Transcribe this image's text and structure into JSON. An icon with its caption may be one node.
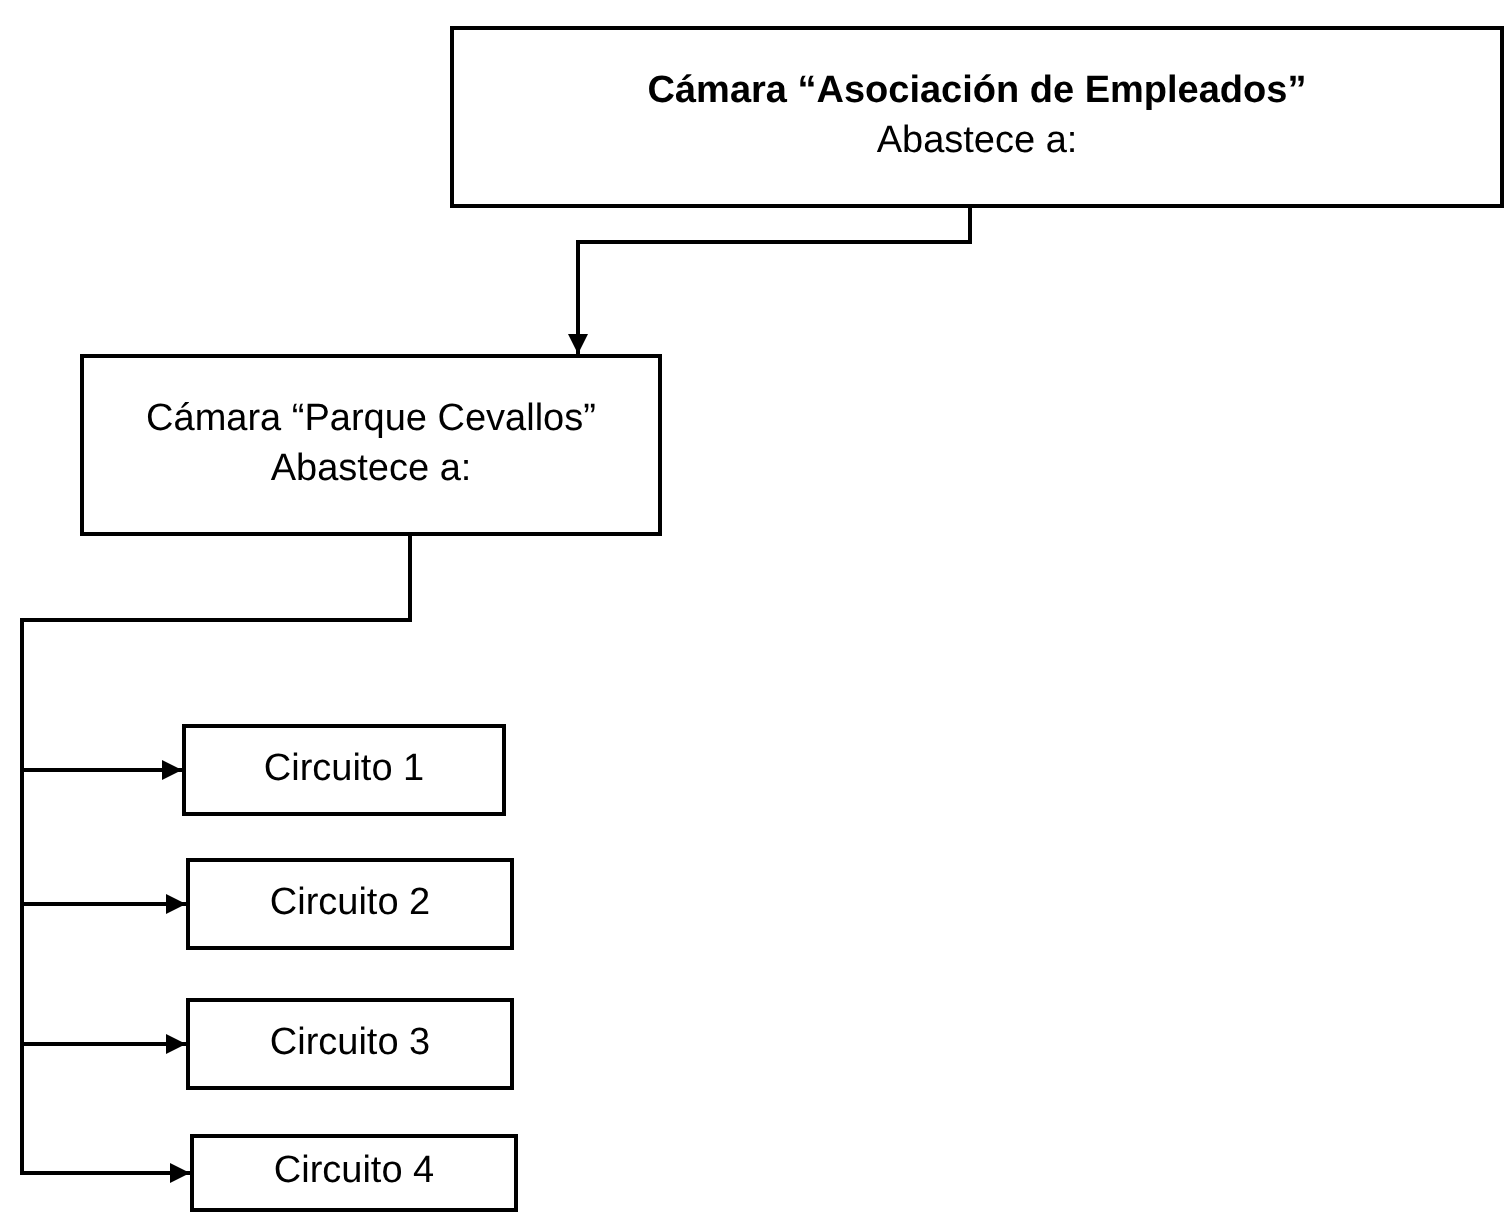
{
  "diagram": {
    "nodes": [
      {
        "text": [
          "Cámara “Asociación de Empleados”",
          "Abastece a:"
        ]
      },
      {
        "text": [
          "Cámara “Parque Cevallos”",
          "Abastece a:"
        ]
      },
      {
        "text": [
          "Circuito 1"
        ]
      },
      {
        "text": [
          "Circuito 2"
        ]
      },
      {
        "text": [
          "Circuito 3"
        ]
      },
      {
        "text": [
          "Circuito 4"
        ]
      }
    ],
    "edges": [
      {
        "from": 0,
        "to": 1,
        "arrow": "to"
      },
      {
        "from": 1,
        "to": 2,
        "arrow": "to"
      },
      {
        "from": 1,
        "to": 3,
        "arrow": "to"
      },
      {
        "from": 1,
        "to": 4,
        "arrow": "to"
      },
      {
        "from": 1,
        "to": 5,
        "arrow": "to"
      }
    ]
  }
}
